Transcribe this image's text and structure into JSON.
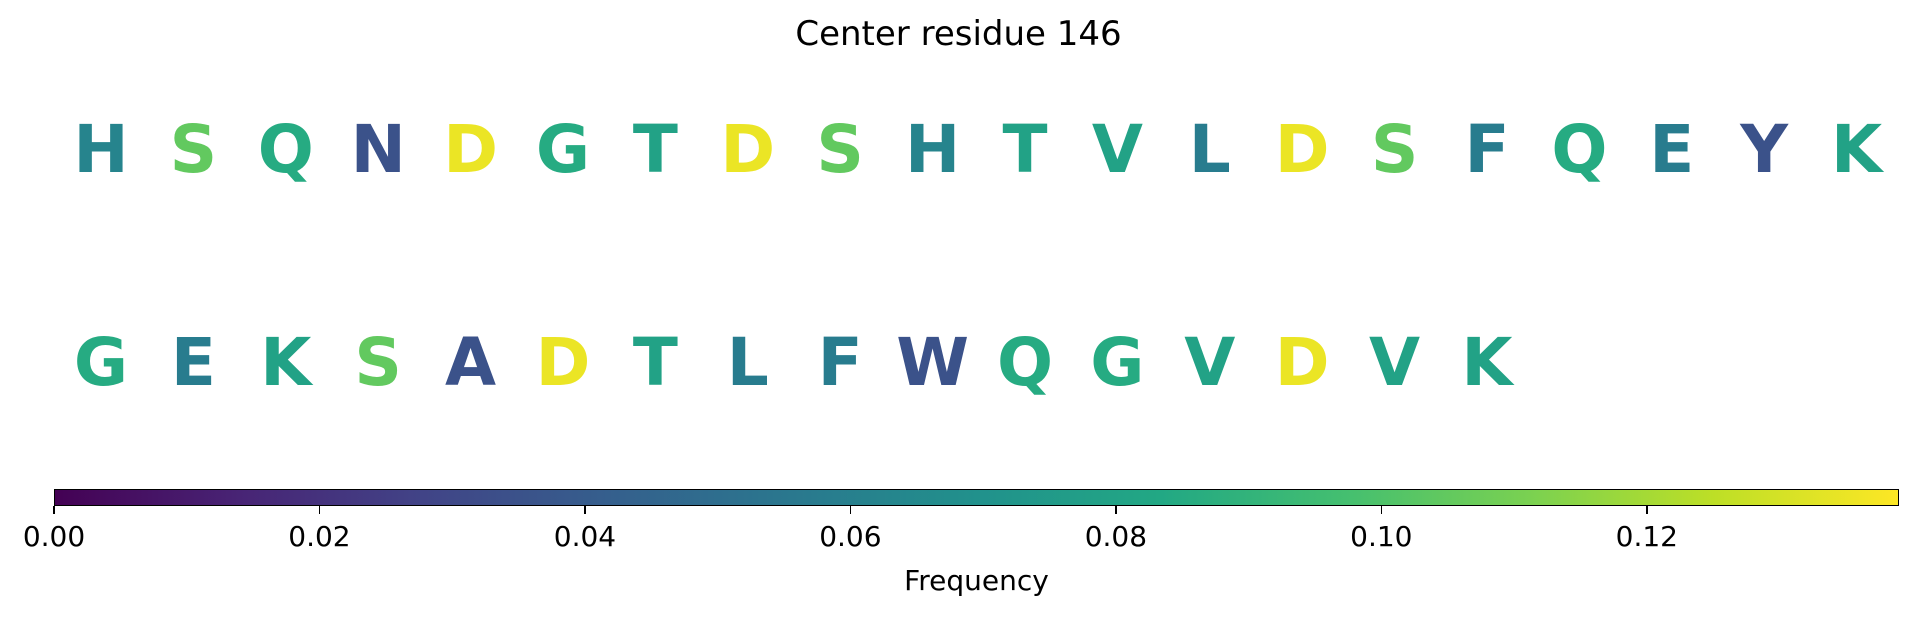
{
  "chart_data": {
    "type": "heatmap",
    "title": "Center residue 146",
    "rows": [
      {
        "residues": [
          "H",
          "S",
          "Q",
          "N",
          "D",
          "G",
          "T",
          "D",
          "S",
          "H",
          "T",
          "V",
          "L",
          "D",
          "S",
          "F",
          "Q",
          "E",
          "Y",
          "K"
        ],
        "values": [
          0.062,
          0.105,
          0.085,
          0.035,
          0.135,
          0.085,
          0.08,
          0.135,
          0.105,
          0.062,
          0.08,
          0.08,
          0.058,
          0.135,
          0.105,
          0.058,
          0.085,
          0.058,
          0.035,
          0.08
        ]
      },
      {
        "residues": [
          "G",
          "E",
          "K",
          "S",
          "A",
          "D",
          "T",
          "L",
          "F",
          "W",
          "Q",
          "G",
          "V",
          "D",
          "V",
          "K"
        ],
        "values": [
          0.085,
          0.058,
          0.08,
          0.105,
          0.035,
          0.135,
          0.08,
          0.058,
          0.058,
          0.035,
          0.085,
          0.085,
          0.08,
          0.135,
          0.08,
          0.08
        ]
      }
    ],
    "colorbar": {
      "label": "Frequency",
      "colormap": "viridis",
      "range": [
        0.0,
        0.139
      ],
      "ticks": [
        0.0,
        0.02,
        0.04,
        0.06,
        0.08,
        0.1,
        0.12
      ],
      "tick_labels": [
        "0.00",
        "0.02",
        "0.04",
        "0.06",
        "0.08",
        "0.10",
        "0.12"
      ]
    }
  }
}
